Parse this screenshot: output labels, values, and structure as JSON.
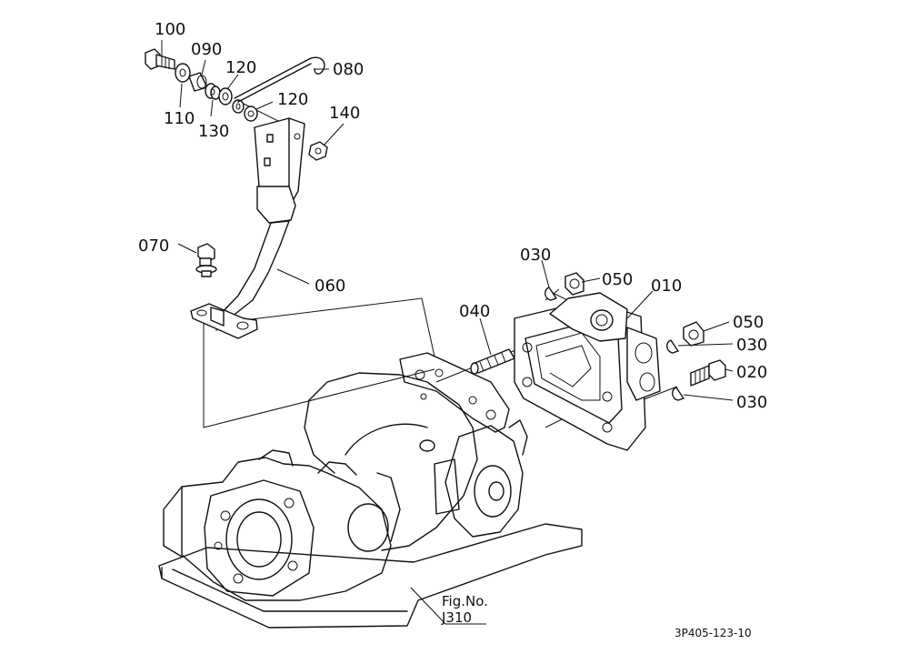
{
  "callouts": [
    "100",
    "090",
    "120",
    "080",
    "110",
    "130",
    "120",
    "140",
    "070",
    "060",
    "030",
    "050",
    "010",
    "040",
    "050",
    "030",
    "020",
    "030"
  ],
  "figure": {
    "label": "Fig.No.",
    "number": "J310"
  },
  "drawing_ref": "3P405-123-10"
}
